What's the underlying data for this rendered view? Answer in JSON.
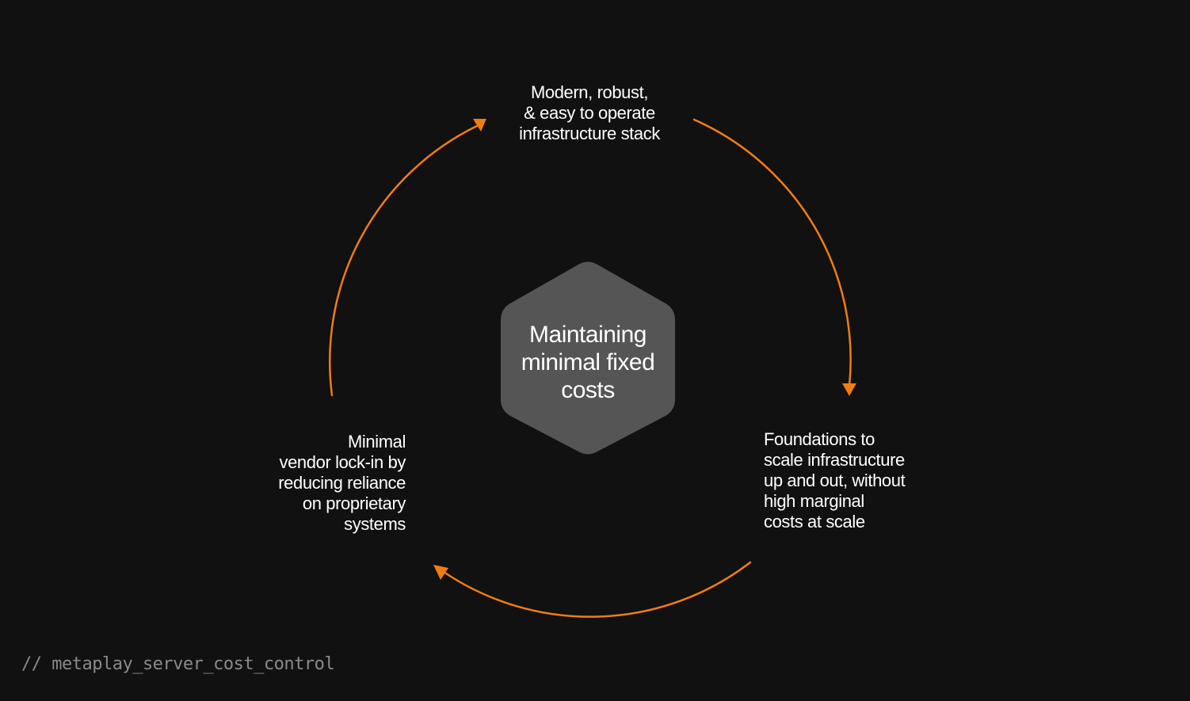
{
  "colors": {
    "background": "#111111",
    "accent": "#f07d12",
    "hexagon": "#555555",
    "text": "#ffffff",
    "footer": "#8a8a8a"
  },
  "center": {
    "lines": [
      "Maintaining",
      "minimal fixed",
      "costs"
    ]
  },
  "nodes": {
    "top": {
      "lines": [
        "Modern, robust,",
        "& easy to operate",
        "infrastructure stack"
      ]
    },
    "right": {
      "lines": [
        "Foundations to",
        "scale infrastructure",
        "up and out, without",
        "high marginal",
        "costs at scale"
      ]
    },
    "left": {
      "lines": [
        "Minimal",
        "vendor lock-in by",
        "reducing reliance",
        "on proprietary",
        "systems"
      ]
    }
  },
  "footer": {
    "tag": "// metaplay_server_cost_control"
  }
}
